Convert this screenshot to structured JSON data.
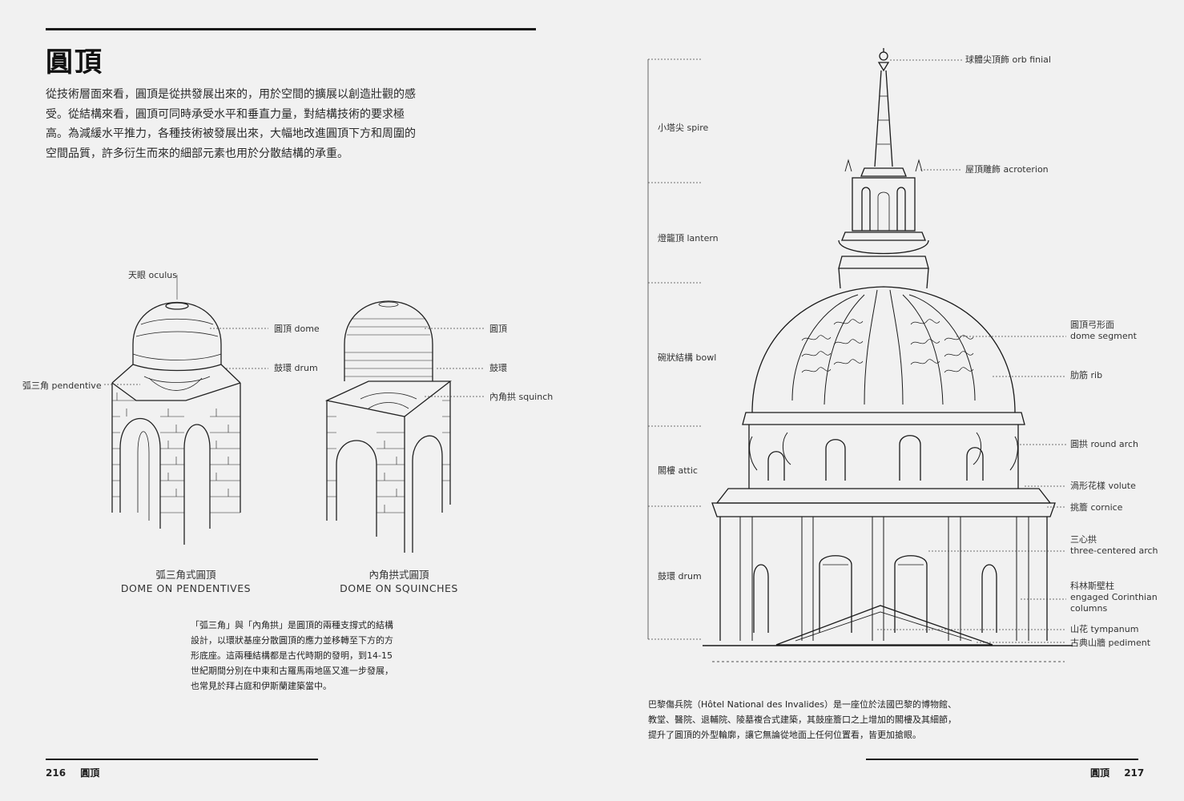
{
  "left_page": {
    "title": "圓頂",
    "intro": "從技術層面來看，圓頂是從拱發展出來的，用於空間的擴展以創造壯觀的感受。從結構來看，圓頂可同時承受水平和垂直力量，對結構技術的要求極高。為減緩水平推力，各種技術被發展出來，大幅地改進圓頂下方和周圍的空間品質，許多衍生而來的細部元素也用於分散結構的承重。",
    "pendentive_labels": {
      "oculus": "天眼 oculus",
      "dome": "圓頂 dome",
      "drum": "鼓環 drum",
      "pendentive": "弧三角 pendentive"
    },
    "squinch_labels": {
      "dome": "圓頂",
      "drum": "鼓環",
      "squinch": "內角拱 squinch"
    },
    "fig1_title_zh": "弧三角式圓頂",
    "fig1_title_en": "DOME ON PENDENTIVES",
    "fig2_title_zh": "內角拱式圓頂",
    "fig2_title_en": "DOME ON SQUINCHES",
    "note": "「弧三角」與「內角拱」是圓頂的兩種支撐式的結構設計，以環狀基座分散圓頂的應力並移轉至下方的方形底座。這兩種結構都是古代時期的發明，到14-15世紀期間分別在中東和古羅馬兩地區又進一步發展，也常見於拜占庭和伊斯蘭建築當中。",
    "page_number": "216",
    "running_head": "圓頂"
  },
  "right_page": {
    "segments": {
      "spire": "小塔尖 spire",
      "lantern": "燈籠頂 lantern",
      "bowl": "碗狀結構 bowl",
      "attic": "閣樓 attic",
      "drum": "鼓環 drum"
    },
    "callouts": {
      "orb_finial": "球體尖頂飾 orb finial",
      "acroterion": "屋頂雕飾 acroterion",
      "dome_segment_zh": "圓頂弓形面",
      "dome_segment_en": "dome segment",
      "rib": "肋筋 rib",
      "round_arch": "圓拱 round arch",
      "volute": "渦形花樣 volute",
      "cornice": "挑簷 cornice",
      "three_centered_zh": "三心拱",
      "three_centered_en": "three-centered arch",
      "corinthian_zh": "科林斯壁柱",
      "corinthian_en1": "engaged Corinthian",
      "corinthian_en2": "columns",
      "tympanum": "山花 tympanum",
      "pediment": "古典山牆 pediment"
    },
    "caption": "巴黎傷兵院（Hôtel National des Invalides）是一座位於法國巴黎的博物館、教堂、醫院、退輔院、陵墓複合式建築，其鼓座簷口之上增加的閣樓及其細節，提升了圓頂的外型輪廓，讓它無論從地面上任何位置看，皆更加搶眼。",
    "running_head": "圓頂",
    "page_number": "217"
  }
}
